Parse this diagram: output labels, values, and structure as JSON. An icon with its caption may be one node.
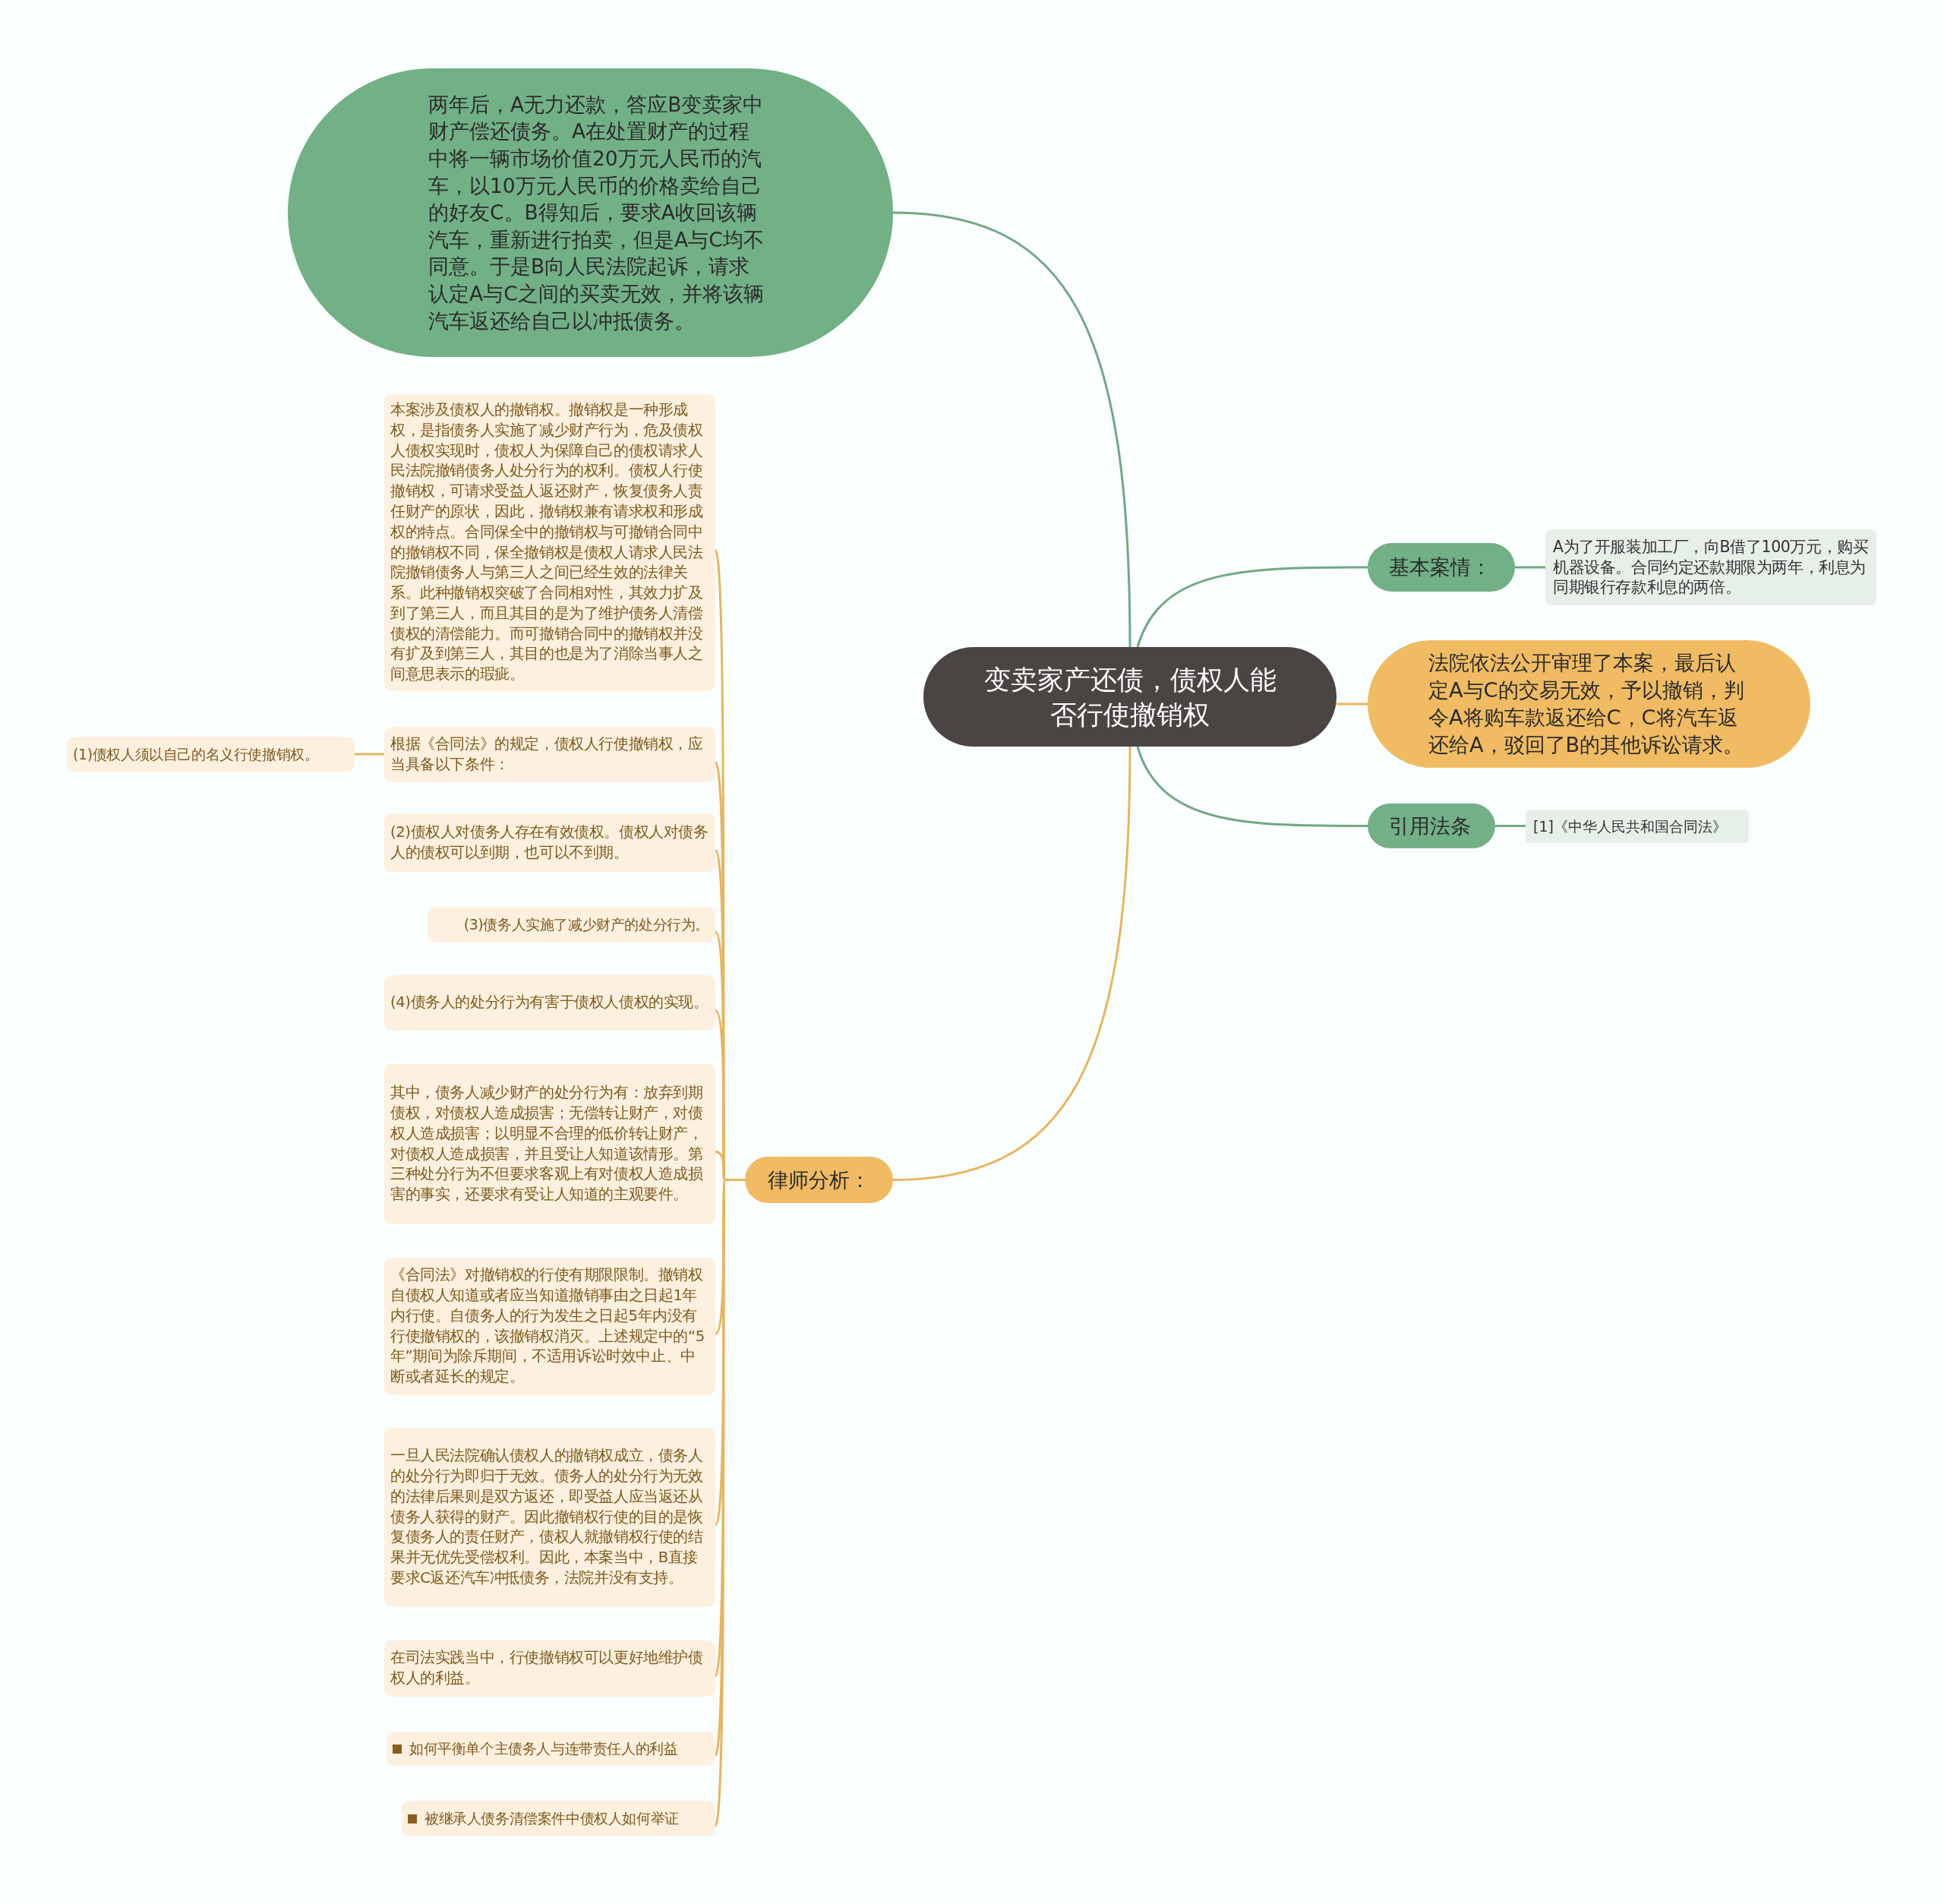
{
  "diagram": {
    "nodes": [
      {
        "text": [
          "变卖家产还债，债权人能否行使撤销权"
        ]
      },
      {
        "text": [
          "两年后，A无力还款，答应B变卖家中财产偿还债务。A在处置财产的过程中将一辆市场价值20万元人民币的汽车，以10万元人民币的价格卖给自己的好友C。B得知后，要求A收回该辆汽车，重新进行拍卖，但是A与C均不同意。于是B向人民法院起诉，请求认定A与C之间的买卖无效，并将该辆汽车返还给自己以冲抵债务。"
        ]
      },
      {
        "text": [
          "基本案情："
        ]
      },
      {
        "text": [
          "A为了开服装加工厂，向B借了100万元，购买机器设备。合同约定还款期限为两年，利息为同期银行存款利息的两倍。"
        ]
      },
      {
        "text": [
          "法院依法公开审理了本案，最后认定A与C的交易无效，予以撤销，判令A将购车款返还给C，C将汽车返还给A，驳回了B的其他诉讼请求。"
        ]
      },
      {
        "text": [
          "引用法条"
        ]
      },
      {
        "text": [
          "[1]《中华人民共和国合同法》"
        ]
      },
      {
        "text": [
          "律师分析："
        ]
      },
      {
        "text": [
          "本案涉及债权人的撤销权。撤销权是一种形成权，是指债务人实施了减少财产行为，危及债权人债权实现时，债权人为保障自己的债权请求人民法院撤销债务人处分行为的权利。债权人行使撤销权，可请求受益人返还财产，恢复债务人责任财产的原状，因此，撤销权兼有请求权和形成权的特点。合同保全中的撤销权与可撤销合同中的撤销权不同，保全撤销权是债权人请求人民法院撤销债务人与第三人之间已经生效的法律关系。此种撤销权突破了合同相对性，其效力扩及到了第三人，而且其目的是为了维护债务人清偿债权的清偿能力。而可撤销合同中的撤销权并没有扩及到第三人，其目的也是为了消除当事人之间意思表示的瑕疵。"
        ]
      },
      {
        "text": [
          "根据《合同法》的规定，债权人行使撤销权，应当具备以下条件："
        ]
      },
      {
        "text": [
          "(1)债权人须以自己的名义行使撤销权。"
        ]
      },
      {
        "text": [
          "(2)债权人对债务人存在有效债权。债权人对债务人的债权可以到期，也可以不到期。"
        ]
      },
      {
        "text": [
          "(3)债务人实施了减少财产的处分行为。"
        ]
      },
      {
        "text": [
          "(4)债务人的处分行为有害于债权人债权的实现。"
        ]
      },
      {
        "text": [
          "其中，债务人减少财产的处分行为有：放弃到期债权，对债权人造成损害；无偿转让财产，对债权人造成损害；以明显不合理的低价转让财产，对债权人造成损害，并且受让人知道该情形。第三种处分行为不但要求客观上有对债权人造成损害的事实，还要求有受让人知道的主观要件。"
        ]
      },
      {
        "text": [
          "《合同法》对撤销权的行使有期限限制。撤销权自债权人知道或者应当知道撤销事由之日起1年内行使。自债务人的行为发生之日起5年内没有行使撤销权的，该撤销权消灭。上述规定中的“5年”期间为除斥期间，不适用诉讼时效中止、中断或者延长的规定。"
        ]
      },
      {
        "text": [
          "一旦人民法院确认债权人的撤销权成立，债务人的处分行为即归于无效。债务人的处分行为无效的法律后果则是双方返还，即受益人应当返还从债务人获得的财产。因此撤销权行使的目的是恢复债务人的责任财产，债权人就撤销权行使的结果并无优先受偿权利。因此，本案当中，B直接要求C返还汽车冲抵债务，法院并没有支持。"
        ]
      },
      {
        "text": [
          "在司法实践当中，行使撤销权可以更好地维护债权人的利益。"
        ]
      },
      {
        "text": [
          "如何平衡单个主债务人与连带责任人的利益"
        ]
      },
      {
        "text": [
          "被继承人债务清偿案件中债权人如何举证"
        ]
      }
    ],
    "edges": [
      {
        "from": 0,
        "to": 1,
        "arrow": "none",
        "color": "#72a886"
      },
      {
        "from": 0,
        "to": 2,
        "arrow": "none",
        "color": "#72a886"
      },
      {
        "from": 2,
        "to": 3,
        "arrow": "none",
        "color": "#72a886"
      },
      {
        "from": 0,
        "to": 4,
        "arrow": "none"
      },
      {
        "from": 0,
        "to": 5,
        "arrow": "none",
        "color": "#72a886"
      },
      {
        "from": 5,
        "to": 6,
        "arrow": "none",
        "color": "#72a886"
      },
      {
        "from": 0,
        "to": 7,
        "arrow": "none"
      },
      {
        "from": 7,
        "to": 8,
        "arrow": "none"
      },
      {
        "from": 7,
        "to": 9,
        "arrow": "none"
      },
      {
        "from": 9,
        "to": 10,
        "arrow": "none"
      },
      {
        "from": 7,
        "to": 11,
        "arrow": "none"
      },
      {
        "from": 7,
        "to": 12,
        "arrow": "none"
      },
      {
        "from": 7,
        "to": 13,
        "arrow": "none"
      },
      {
        "from": 7,
        "to": 14,
        "arrow": "none"
      },
      {
        "from": 7,
        "to": 15,
        "arrow": "none"
      },
      {
        "from": 7,
        "to": 16,
        "arrow": "none"
      },
      {
        "from": 7,
        "to": 17,
        "arrow": "none"
      },
      {
        "from": 7,
        "to": 18,
        "arrow": "none"
      },
      {
        "from": 7,
        "to": 19,
        "arrow": "none"
      }
    ]
  }
}
